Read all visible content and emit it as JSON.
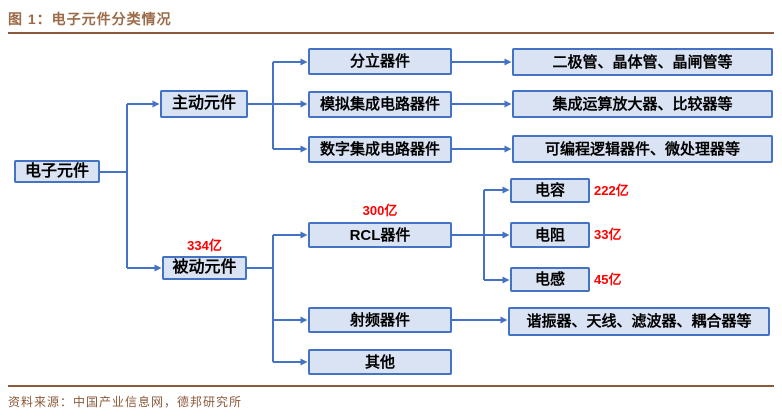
{
  "figure": {
    "title": "图 1：电子元件分类情况",
    "source": "资料来源：中国产业信息网，德邦研究所"
  },
  "colors": {
    "box_fill": "#dae3f3",
    "box_border": "#4472c4",
    "connector_blue": "#4472c4",
    "value_red": "#ff0000",
    "title_brown": "#9b6a47",
    "rule_brown": "#8b5a3a"
  },
  "nodes": {
    "root": {
      "label": "电子元件"
    },
    "active": {
      "label": "主动元件"
    },
    "passive": {
      "label": "被动元件",
      "value": "334亿"
    },
    "discrete": {
      "label": "分立器件"
    },
    "analog_ic": {
      "label": "模拟集成电路器件"
    },
    "digital_ic": {
      "label": "数字集成电路器件"
    },
    "rcl": {
      "label": "RCL器件",
      "value": "300亿"
    },
    "rf": {
      "label": "射频器件"
    },
    "other": {
      "label": "其他"
    },
    "discrete_examples": {
      "label": "二极管、晶体管、晶闸管等"
    },
    "analog_examples": {
      "label": "集成运算放大器、比较器等"
    },
    "digital_examples": {
      "label": "可编程逻辑器件、微处理器等"
    },
    "capacitor": {
      "label": "电容",
      "value": "222亿"
    },
    "resistor": {
      "label": "电阻",
      "value": "33亿"
    },
    "inductor": {
      "label": "电感",
      "value": "45亿"
    },
    "rf_examples": {
      "label": "谐振器、天线、滤波器、耦合器等"
    }
  }
}
